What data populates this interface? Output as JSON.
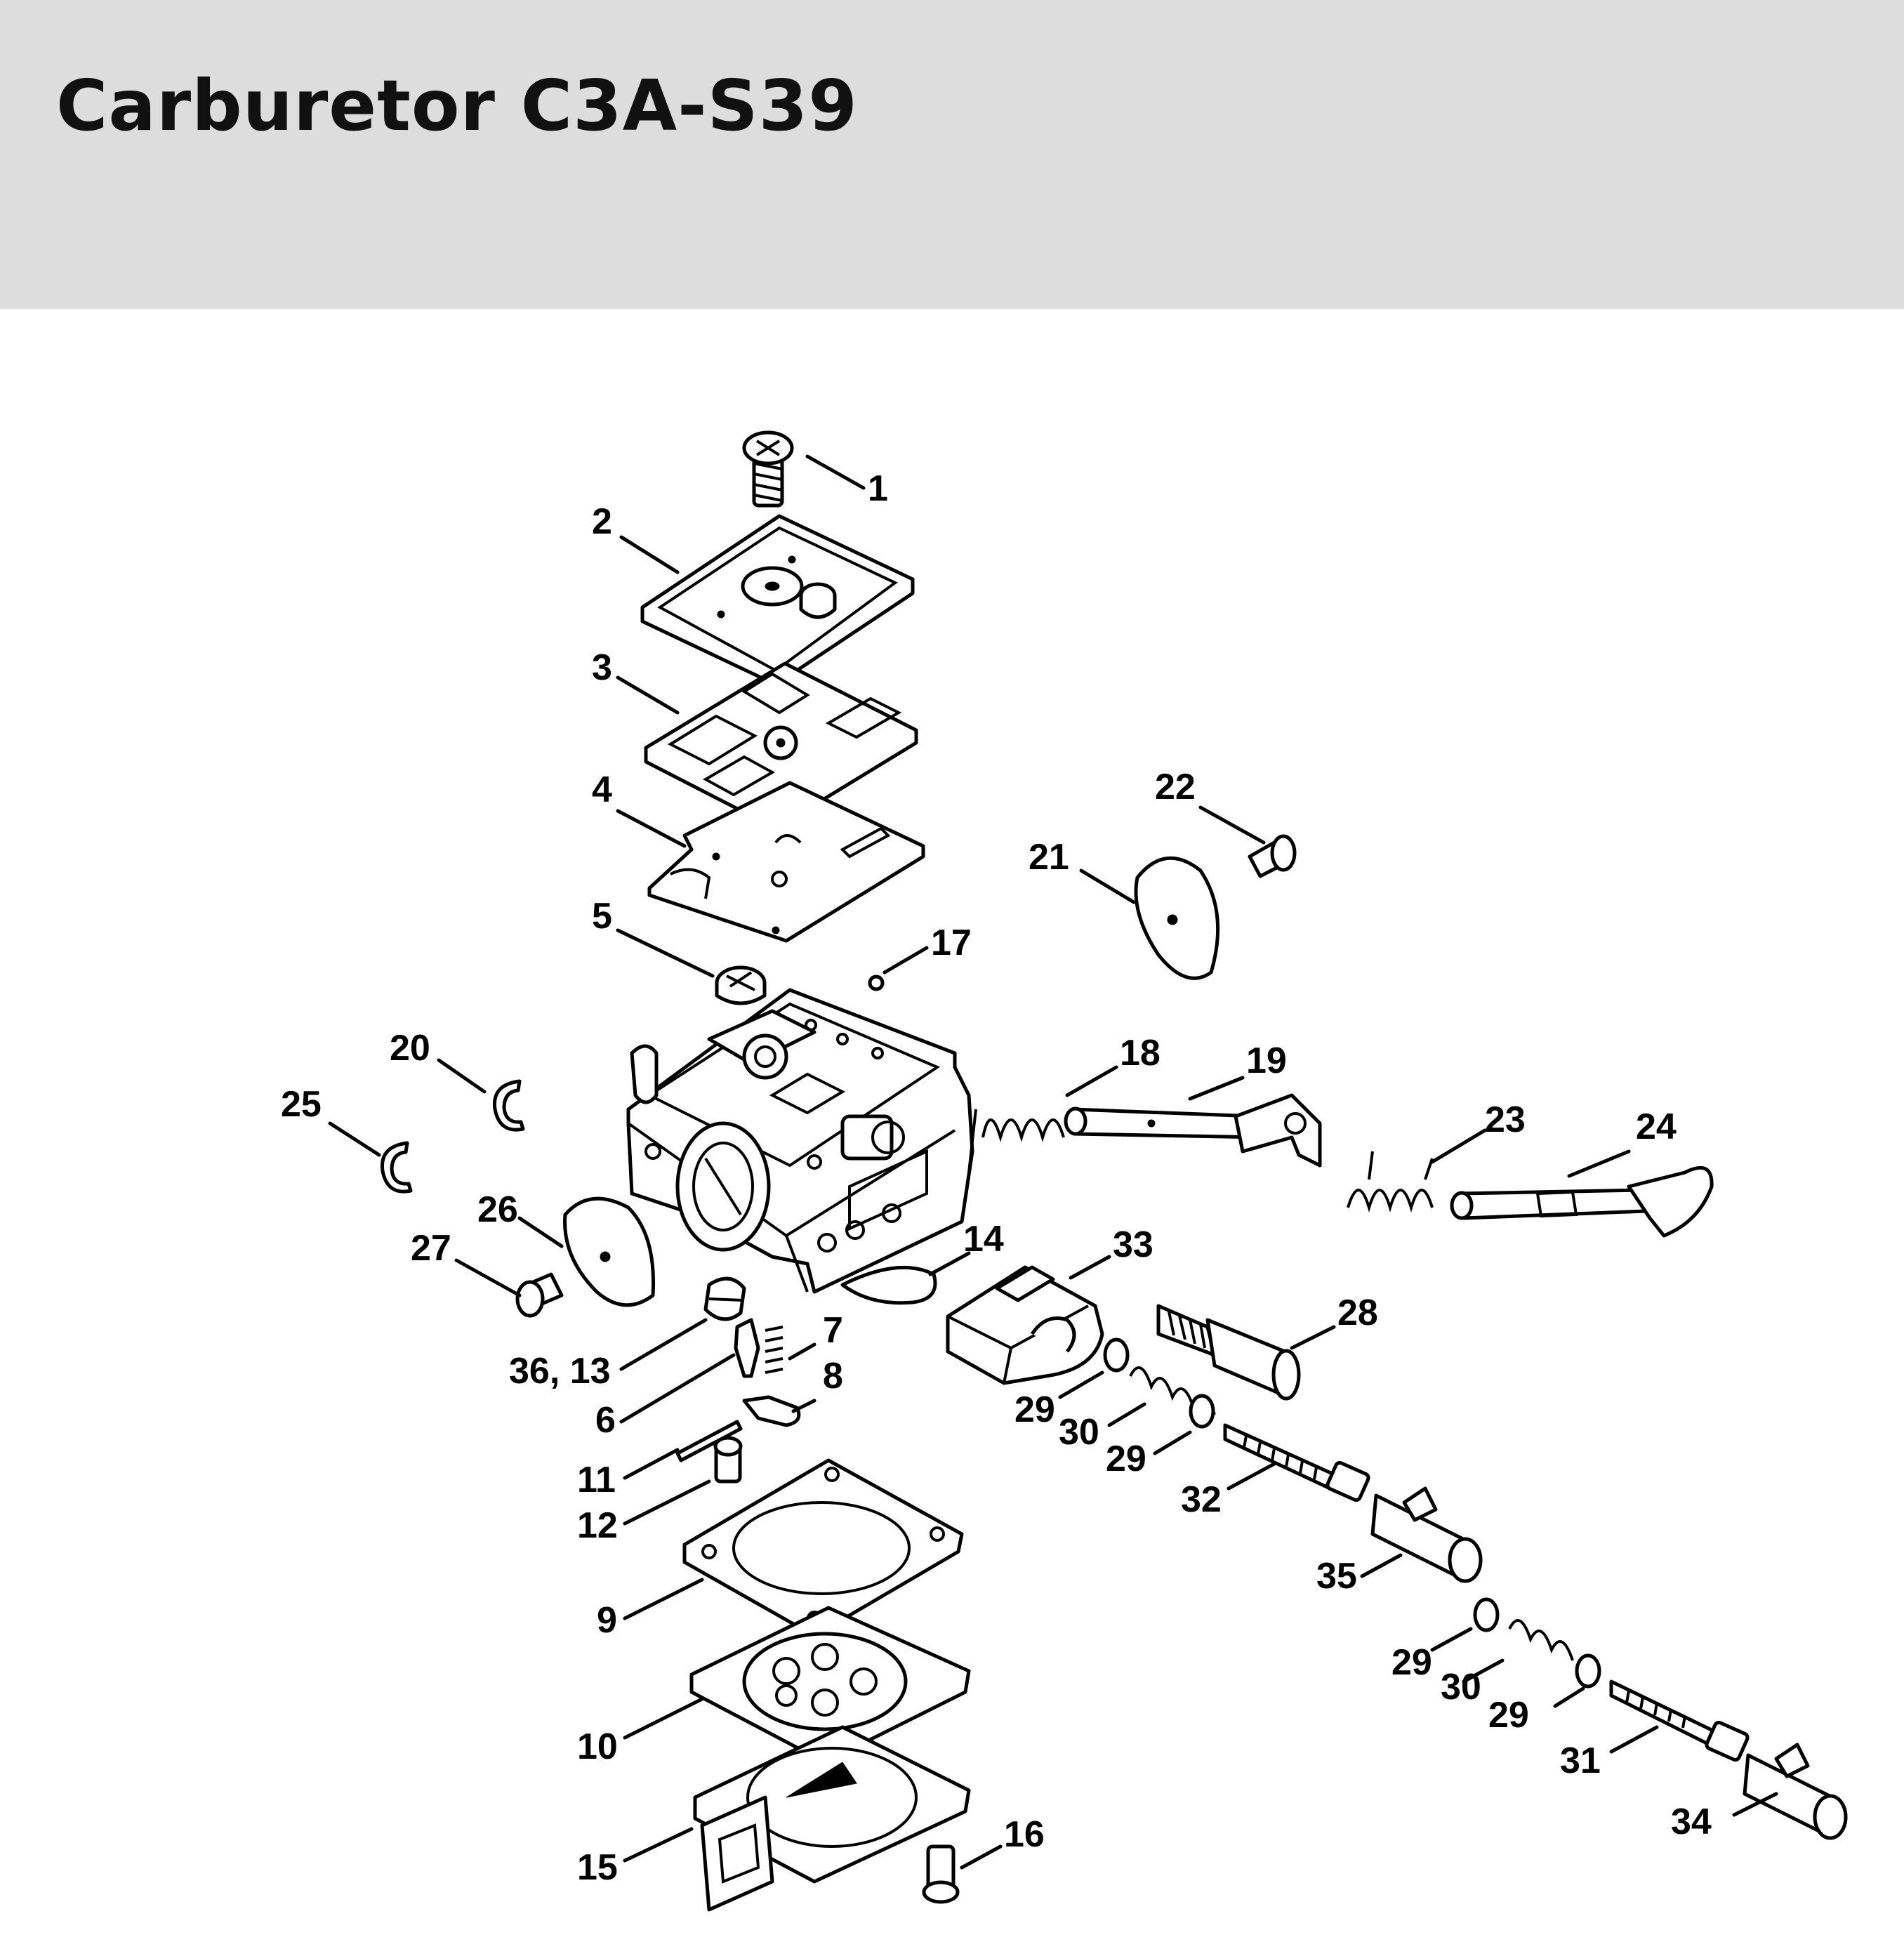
{
  "title": "Carburetor C3A-S39",
  "colors": {
    "header_bg": "#dcdddc",
    "ink": "#000000",
    "background": "#ffffff"
  },
  "callouts": {
    "c1": "1",
    "c2": "2",
    "c3": "3",
    "c4": "4",
    "c5": "5",
    "c6": "6",
    "c7": "7",
    "c8": "8",
    "c9": "9",
    "c10": "10",
    "c11": "11",
    "c12": "12",
    "c14": "14",
    "c15": "15",
    "c16": "16",
    "c17": "17",
    "c18": "18",
    "c19": "19",
    "c20": "20",
    "c21": "21",
    "c22": "22",
    "c23": "23",
    "c24": "24",
    "c25": "25",
    "c26": "26",
    "c27": "27",
    "c28": "28",
    "c29a": "29",
    "c29b": "29",
    "c29c": "29",
    "c29d": "29",
    "c30a": "30",
    "c30b": "30",
    "c31": "31",
    "c32": "32",
    "c33": "33",
    "c34": "34",
    "c35": "35",
    "c3613": "36, 13"
  }
}
